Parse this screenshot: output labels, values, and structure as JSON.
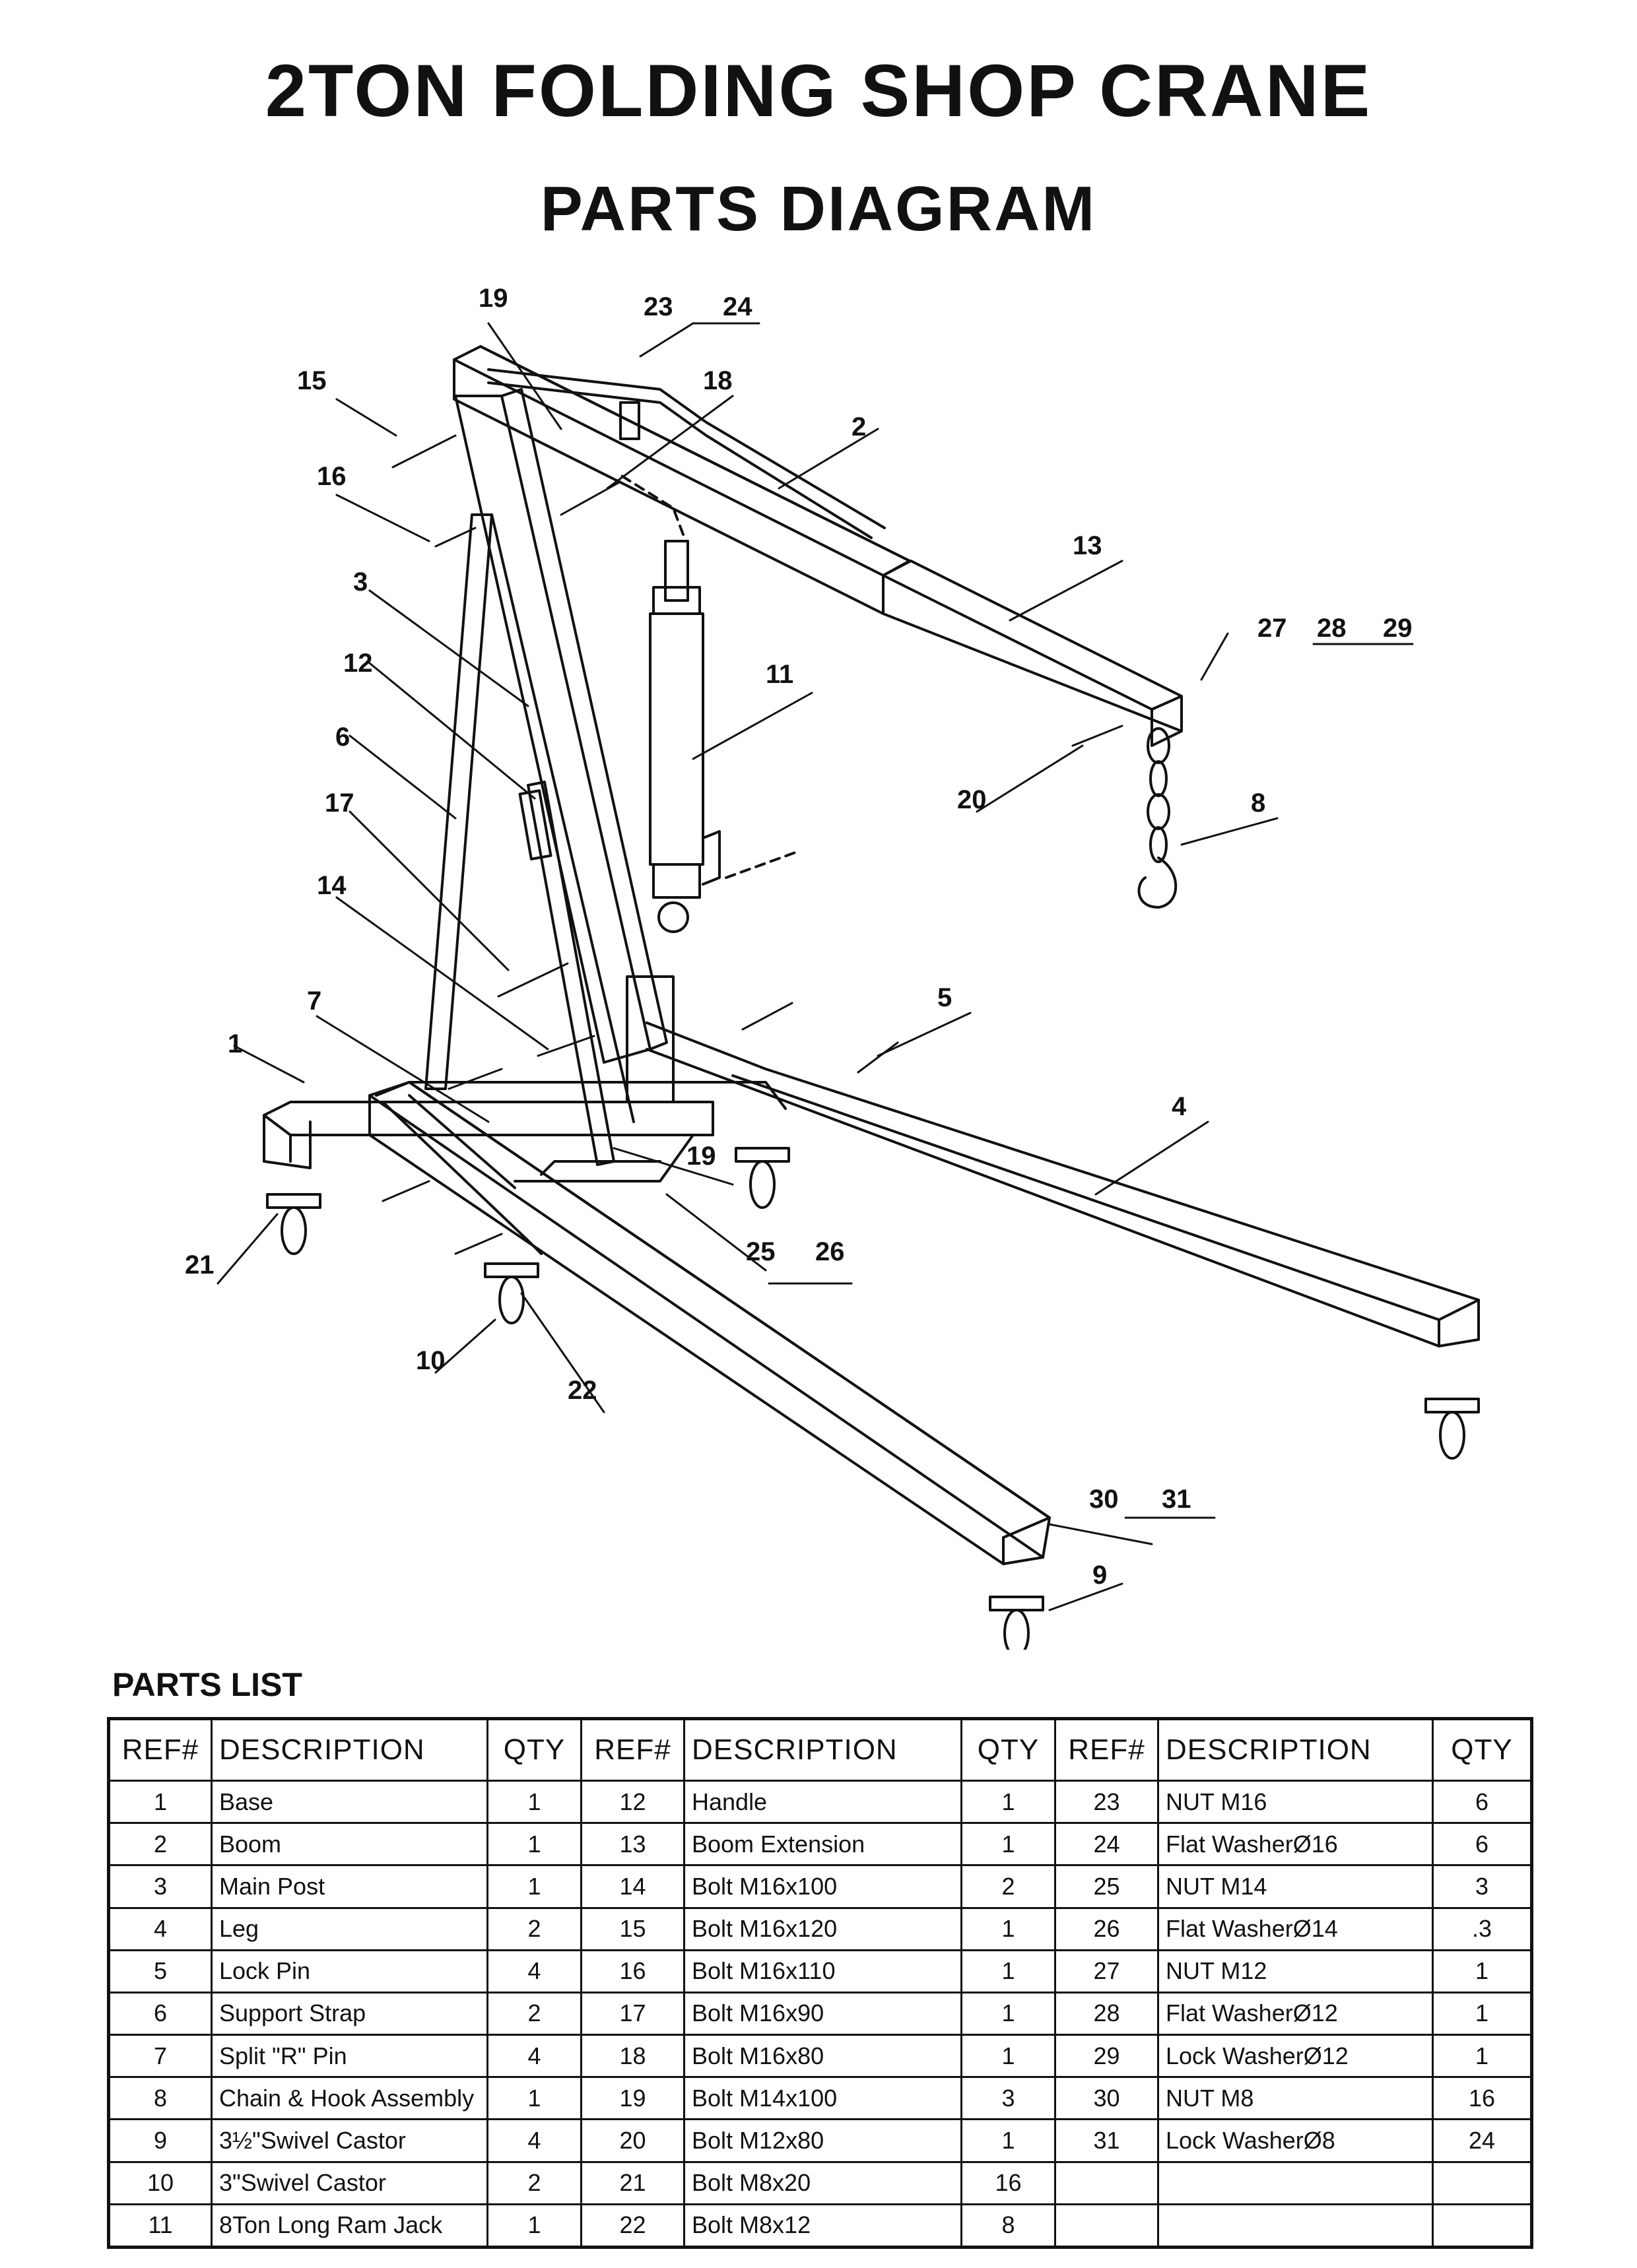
{
  "title": "2TON FOLDING SHOP CRANE",
  "subtitle": "PARTS DIAGRAM",
  "diagram": {
    "callouts": [
      "1",
      "2",
      "3",
      "4",
      "5",
      "6",
      "7",
      "8",
      "9",
      "10",
      "11",
      "12",
      "13",
      "14",
      "15",
      "16",
      "17",
      "18",
      "19",
      "19",
      "20",
      "21",
      "22",
      "23",
      "24",
      "25",
      "26",
      "27",
      "28",
      "29",
      "30",
      "31"
    ]
  },
  "parts_list": {
    "title": "PARTS LIST",
    "headers": [
      "REF#",
      "DESCRIPTION",
      "QTY",
      "REF#",
      "DESCRIPTION",
      "QTY",
      "REF#",
      "DESCRIPTION",
      "QTY"
    ],
    "rows": [
      [
        "1",
        "Base",
        "1",
        "12",
        "Handle",
        "1",
        "23",
        "NUT M16",
        "6"
      ],
      [
        "2",
        "Boom",
        "1",
        "13",
        "Boom Extension",
        "1",
        "24",
        "Flat WasherØ16",
        "6"
      ],
      [
        "3",
        "Main Post",
        "1",
        "14",
        "Bolt M16x100",
        "2",
        "25",
        "NUT M14",
        "3"
      ],
      [
        "4",
        "Leg",
        "2",
        "15",
        "Bolt M16x120",
        "1",
        "26",
        "Flat WasherØ14",
        ".3"
      ],
      [
        "5",
        "Lock Pin",
        "4",
        "16",
        "Bolt M16x110",
        "1",
        "27",
        "NUT M12",
        "1"
      ],
      [
        "6",
        "Support Strap",
        "2",
        "17",
        "Bolt M16x90",
        "1",
        "28",
        "Flat WasherØ12",
        "1"
      ],
      [
        "7",
        "Split \"R\" Pin",
        "4",
        "18",
        "Bolt M16x80",
        "1",
        "29",
        "Lock WasherØ12",
        "1"
      ],
      [
        "8",
        "Chain & Hook Assembly",
        "1",
        "19",
        "Bolt M14x100",
        "3",
        "30",
        "NUT M8",
        "16"
      ],
      [
        "9",
        "3½\"Swivel Castor",
        "4",
        "20",
        "Bolt M12x80",
        "1",
        "31",
        "Lock WasherØ8",
        "24"
      ],
      [
        "10",
        "3\"Swivel Castor",
        "2",
        "21",
        "Bolt M8x20",
        "16",
        "",
        "",
        ""
      ],
      [
        "11",
        "8Ton Long Ram Jack",
        "1",
        "22",
        "Bolt M8x12",
        "8",
        "",
        "",
        ""
      ]
    ]
  }
}
